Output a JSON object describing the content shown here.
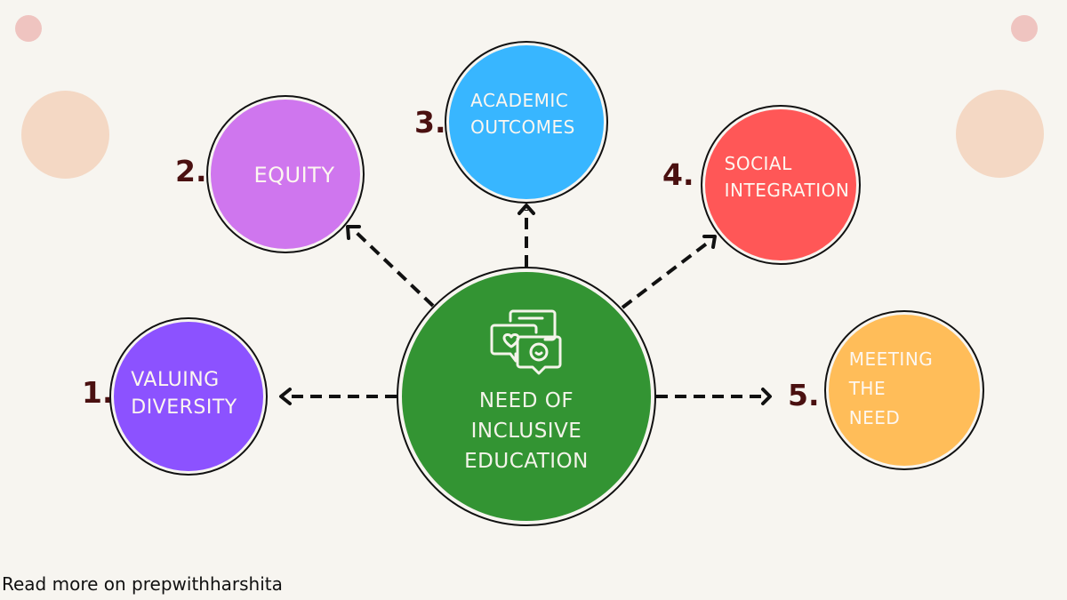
{
  "diagram": {
    "center": {
      "label_lines": [
        "NEED OF",
        "INCLUSIVE",
        "EDUCATION"
      ],
      "icon": "chat-bubbles-icon",
      "color": "#339433"
    },
    "nodes": [
      {
        "number": "1.",
        "label_lines": [
          "VALUING",
          "DIVERSITY"
        ],
        "color": "#8c52ff"
      },
      {
        "number": "2.",
        "label_lines": [
          "EQUITY"
        ],
        "color": "#cf76ee"
      },
      {
        "number": "3.",
        "label_lines": [
          "ACADEMIC",
          "OUTCOMES"
        ],
        "color": "#38b6ff"
      },
      {
        "number": "4.",
        "label_lines": [
          "SOCIAL",
          "INTEGRATION"
        ],
        "color": "#ff5757"
      },
      {
        "number": "5.",
        "label_lines": [
          "MEETING",
          "THE",
          "NEED"
        ],
        "color": "#ffbd59"
      }
    ],
    "number_color": "#4a1010",
    "decor_colors": {
      "small": "#efc4c0",
      "large": "#f4d8c4"
    }
  },
  "footer": {
    "text": "Read more on prepwithharshita"
  }
}
